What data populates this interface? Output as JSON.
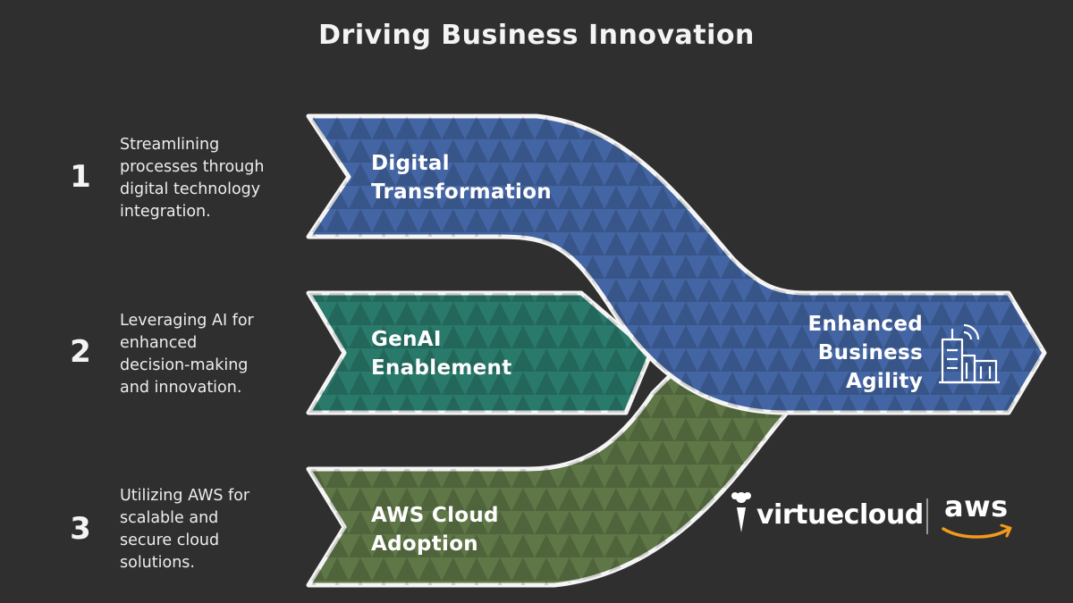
{
  "title": "Driving Business Innovation",
  "items": [
    {
      "number": "1",
      "description_lines": [
        "Streamlining",
        "processes through",
        "digital technology",
        "integration."
      ],
      "label_lines": [
        "Digital",
        "Transformation"
      ],
      "color": "#4365a3"
    },
    {
      "number": "2",
      "description_lines": [
        "Leveraging AI for",
        "enhanced",
        "decision-making",
        "and innovation."
      ],
      "label_lines": [
        "GenAI",
        "Enablement"
      ],
      "color": "#2a7a6c"
    },
    {
      "number": "3",
      "description_lines": [
        "Utilizing AWS for",
        "scalable and",
        "secure cloud",
        "solutions."
      ],
      "label_lines": [
        "AWS Cloud",
        "Adoption"
      ],
      "color": "#5f7747"
    }
  ],
  "outcome": {
    "label_lines": [
      "Enhanced",
      "Business",
      "Agility"
    ],
    "icon": "building-signal-icon",
    "color": "#4365a3"
  },
  "logos": {
    "virtuecloud": "virtuecloud",
    "aws": "aws",
    "aws_smile_color": "#f29a1d"
  },
  "colors": {
    "background": "#2f2f2f",
    "outline": "#f5f5f5"
  }
}
